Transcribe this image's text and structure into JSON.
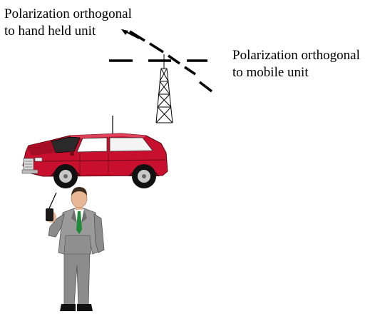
{
  "labels": {
    "handheld_line1": "Polarization orthogonal",
    "handheld_line2": "to hand held unit",
    "mobile_line1": "Polarization orthogonal",
    "mobile_line2": "to mobile unit"
  },
  "colors": {
    "van_body": "#c8102e",
    "van_dark": "#7a0a1a",
    "tire": "#111111",
    "suit": "#9a9a9a",
    "suit_dark": "#6d6d6d",
    "tie": "#1f8a3a",
    "skin": "#e8b796",
    "hair": "#3a2a1c",
    "line": "#000000"
  }
}
